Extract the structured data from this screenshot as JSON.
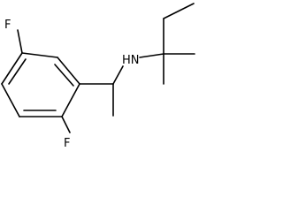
{
  "molecule": {
    "atoms": {
      "F_top": "F",
      "F_bottom": "F",
      "NH": "HN"
    },
    "colors": {
      "bond": "#000000",
      "label": "#000000",
      "background": "#ffffff"
    }
  }
}
